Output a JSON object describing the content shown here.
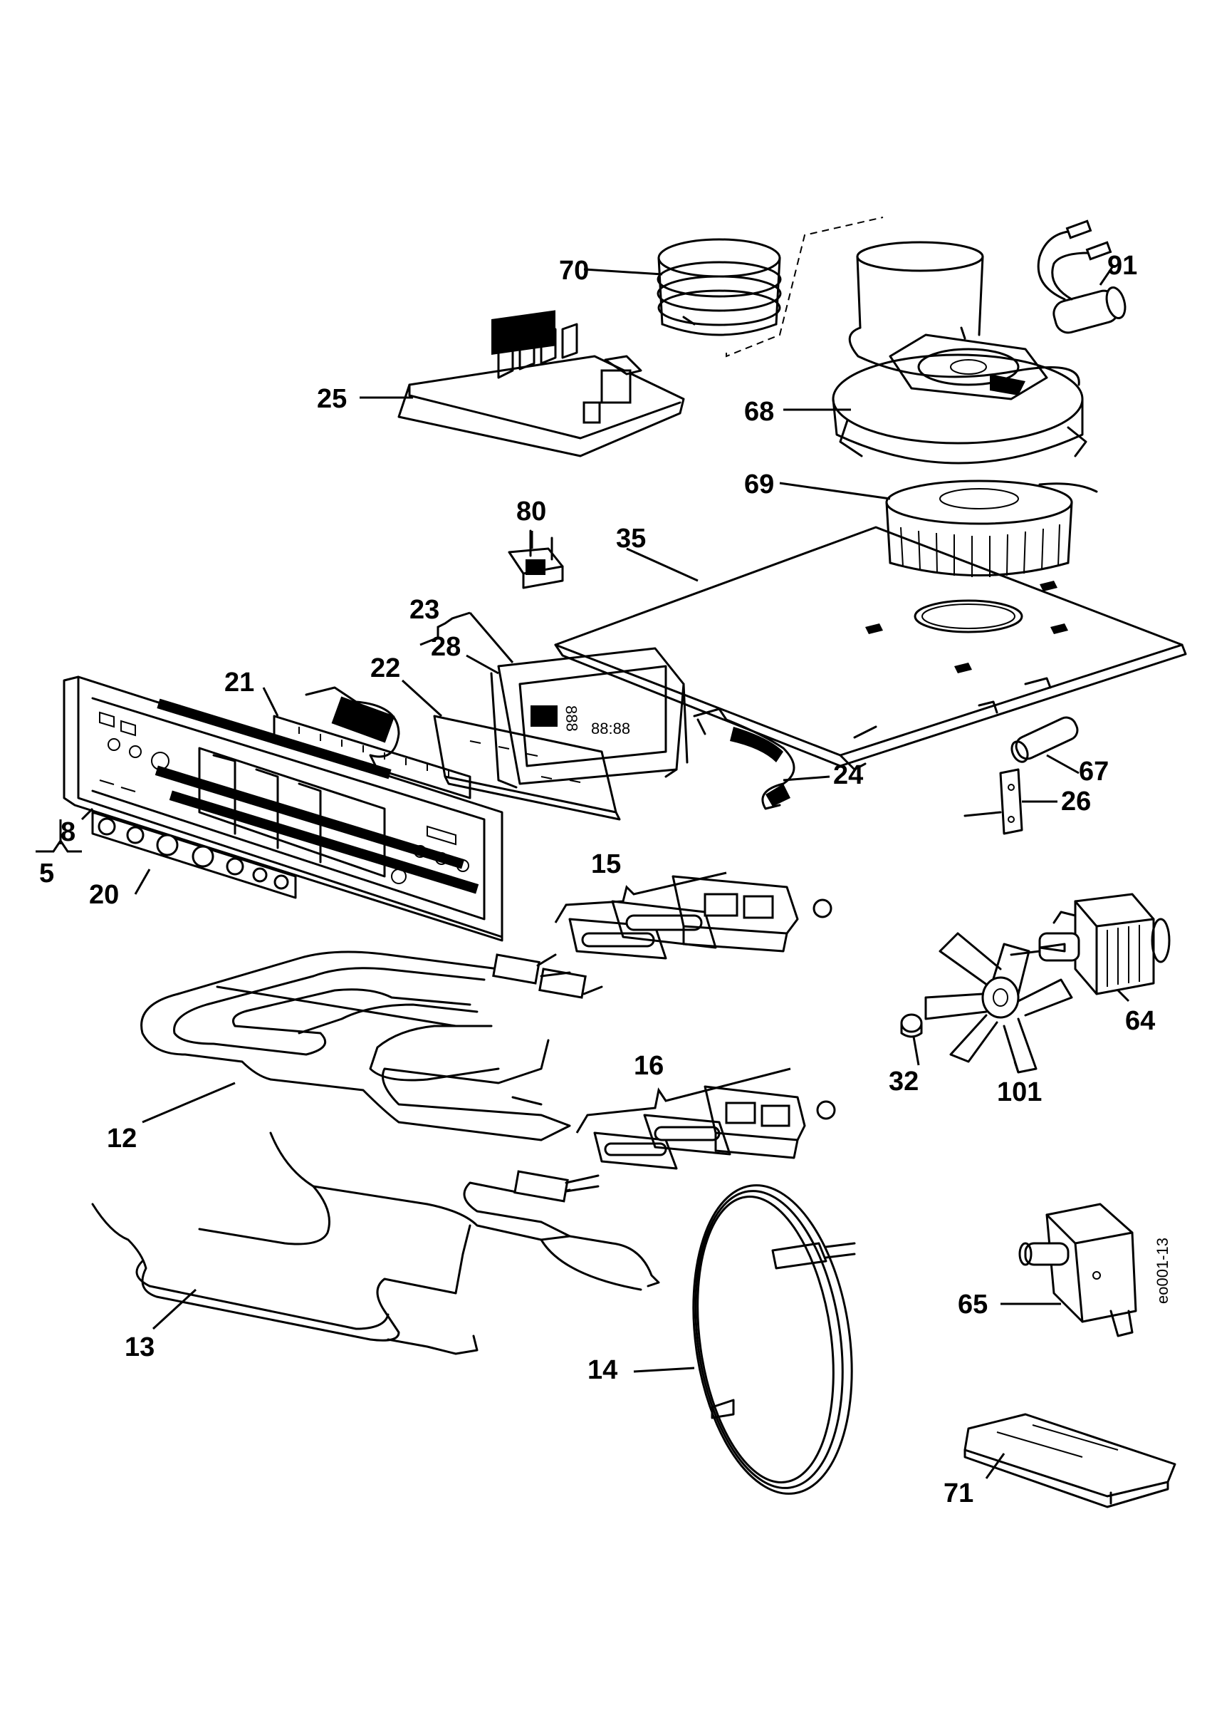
{
  "document_code": "eo001-13",
  "callouts": [
    {
      "id": "70",
      "label": "70"
    },
    {
      "id": "91",
      "label": "91"
    },
    {
      "id": "25",
      "label": "25"
    },
    {
      "id": "68",
      "label": "68"
    },
    {
      "id": "69",
      "label": "69"
    },
    {
      "id": "80",
      "label": "80"
    },
    {
      "id": "35",
      "label": "35"
    },
    {
      "id": "23",
      "label": "23"
    },
    {
      "id": "28",
      "label": "28"
    },
    {
      "id": "21",
      "label": "21"
    },
    {
      "id": "22",
      "label": "22"
    },
    {
      "id": "24",
      "label": "24"
    },
    {
      "id": "67",
      "label": "67"
    },
    {
      "id": "26",
      "label": "26"
    },
    {
      "id": "8",
      "label": "8"
    },
    {
      "id": "5",
      "label": "5"
    },
    {
      "id": "20",
      "label": "20"
    },
    {
      "id": "15",
      "label": "15"
    },
    {
      "id": "64",
      "label": "64"
    },
    {
      "id": "32",
      "label": "32"
    },
    {
      "id": "101",
      "label": "101"
    },
    {
      "id": "12",
      "label": "12"
    },
    {
      "id": "16",
      "label": "16"
    },
    {
      "id": "13",
      "label": "13"
    },
    {
      "id": "14",
      "label": "14"
    },
    {
      "id": "65",
      "label": "65"
    },
    {
      "id": "71",
      "label": "71"
    }
  ],
  "display_readout": {
    "small_digits": "888",
    "large_digits": "88:88"
  }
}
